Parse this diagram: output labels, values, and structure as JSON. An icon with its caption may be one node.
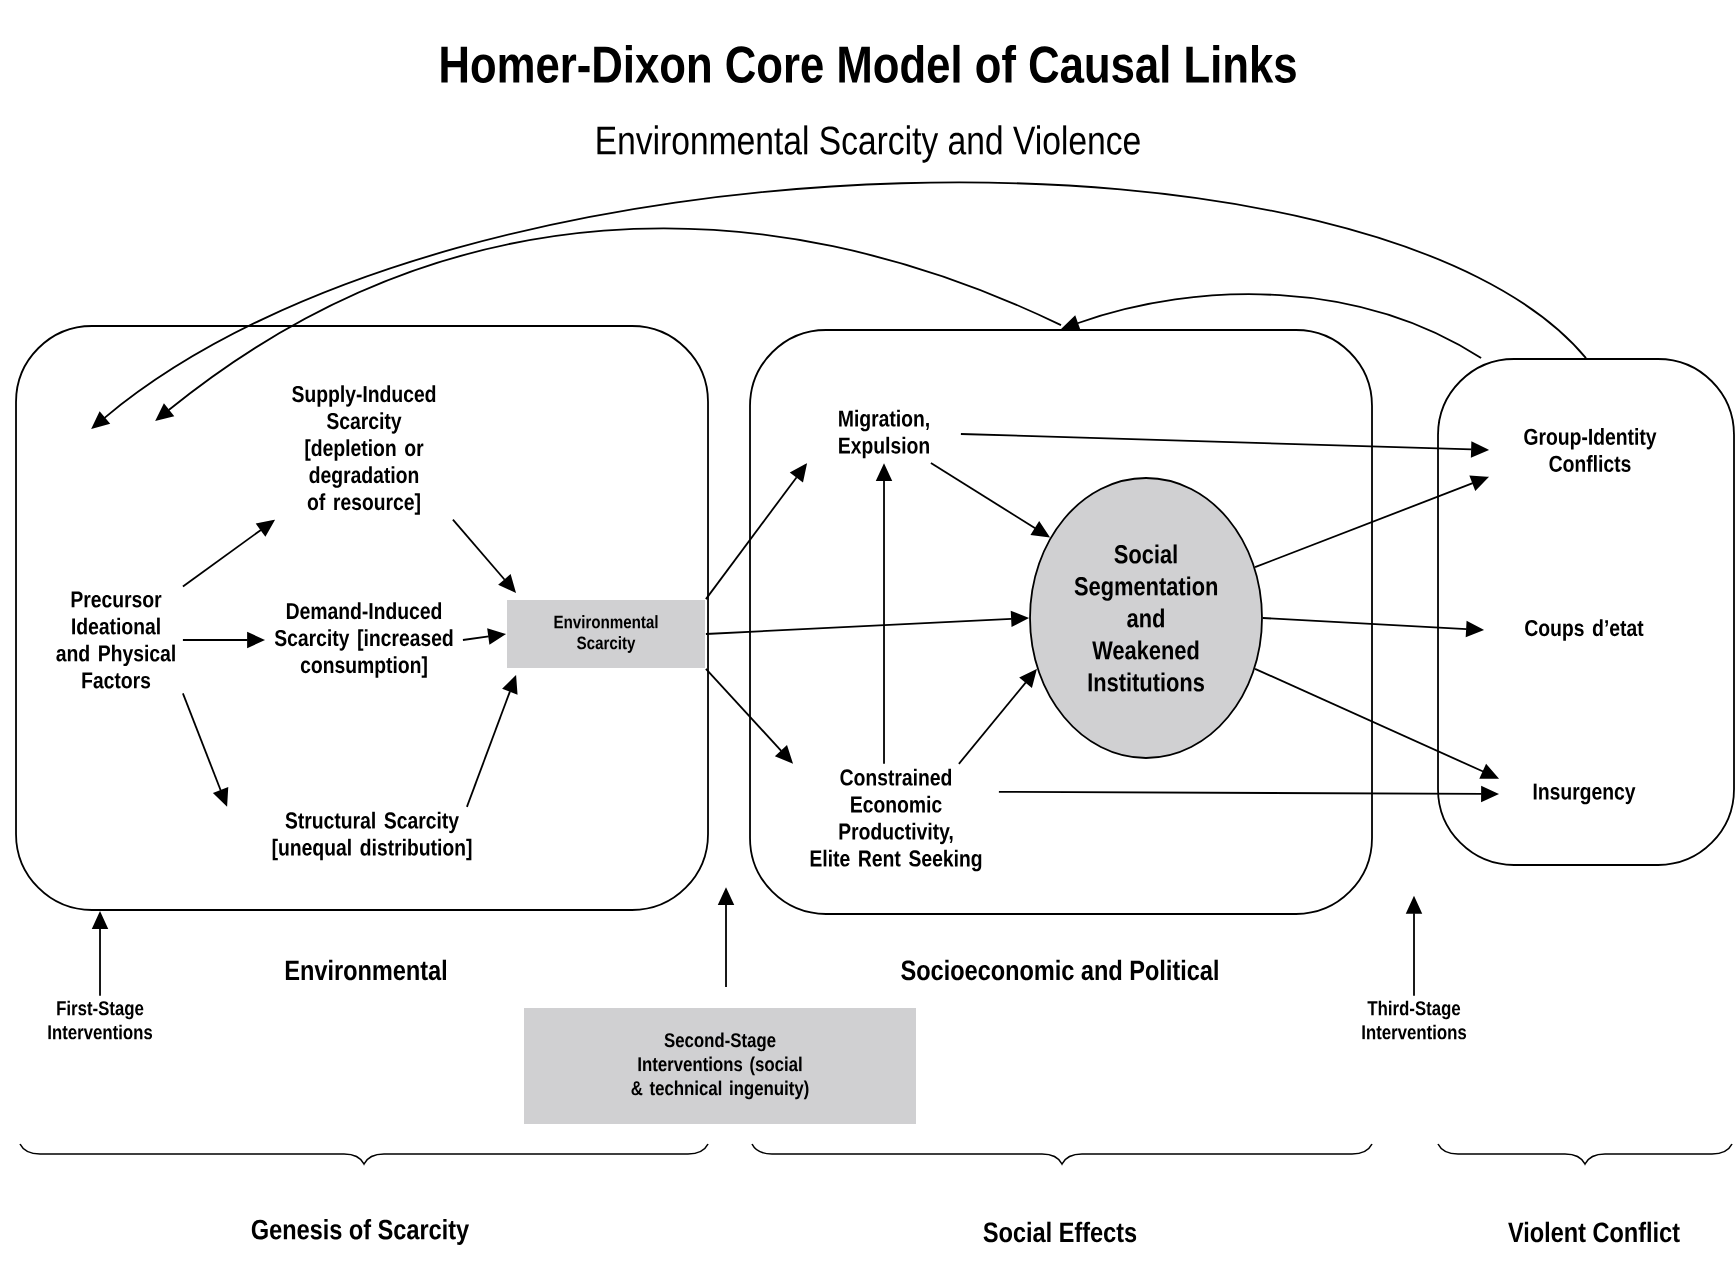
{
  "diagram": {
    "title": "Homer-Dixon Core Model of Causal Links",
    "caption": "Environmental Scarcity and Violence",
    "nodes": [
      {
        "text": [
          "Environmental"
        ]
      },
      {
        "text": [
          "Precursor Ideational and Physical Factors"
        ],
        "in": 0
      },
      {
        "text": [
          "Supply-Induced Scarcity [depletion or degradation of resource]"
        ],
        "in": 0
      },
      {
        "text": [
          "Demand-Induced Scarcity [increased consumption]"
        ],
        "in": 0
      },
      {
        "text": [
          "Structural Scarcity [unequal distribution]"
        ],
        "in": 0
      },
      {
        "text": [
          "Environmental Scarcity"
        ],
        "in": 0
      },
      {
        "text": [
          "Socioeconomic and Political"
        ]
      },
      {
        "text": [
          "Migration, Expulsion"
        ],
        "in": 6
      },
      {
        "text": [
          "Constrained Economic Productivity, Elite Rent Seeking"
        ],
        "in": 6
      },
      {
        "text": [
          "Social Segmentation and Weakened Institutions"
        ],
        "in": 6
      },
      {
        "text": [],
        "shape": "box"
      },
      {
        "text": [
          "Group-Identity Conflicts"
        ],
        "in": 10
      },
      {
        "text": [
          "Coups d’etat"
        ],
        "in": 10
      },
      {
        "text": [
          "Insurgency"
        ],
        "in": 10
      },
      {
        "text": [
          "First-Stage Interventions"
        ]
      },
      {
        "text": [
          "Second-Stage Interventions (social & technical ingenuity)"
        ]
      },
      {
        "text": [
          "Third-Stage Interventions"
        ]
      }
    ],
    "edges": [
      {
        "from": 1,
        "to": 2,
        "arrow": "to"
      },
      {
        "from": 1,
        "to": 3,
        "arrow": "to"
      },
      {
        "from": 1,
        "to": 4,
        "arrow": "to"
      },
      {
        "from": 2,
        "to": 5,
        "arrow": "to"
      },
      {
        "from": 3,
        "to": 5,
        "arrow": "to"
      },
      {
        "from": 4,
        "to": 5,
        "arrow": "to"
      },
      {
        "from": 5,
        "to": 7,
        "arrow": "to"
      },
      {
        "from": 5,
        "to": 9,
        "arrow": "to"
      },
      {
        "from": 5,
        "to": 8,
        "arrow": "to"
      },
      {
        "from": 8,
        "to": 7,
        "arrow": "to"
      },
      {
        "from": 7,
        "to": 9,
        "arrow": "to"
      },
      {
        "from": 8,
        "to": 9,
        "arrow": "to"
      },
      {
        "from": 7,
        "to": 11,
        "arrow": "to"
      },
      {
        "from": 8,
        "to": 13,
        "arrow": "to"
      },
      {
        "from": 9,
        "to": 11,
        "arrow": "to"
      },
      {
        "from": 9,
        "to": 12,
        "arrow": "to"
      },
      {
        "from": 9,
        "to": 13,
        "arrow": "to"
      },
      {
        "from": 14,
        "to": 0,
        "arrow": "to"
      },
      {
        "from": 15,
        "to": null,
        "arrow": "to"
      },
      {
        "from": 16,
        "to": null,
        "arrow": "to"
      },
      {
        "from": 10,
        "to": 0,
        "arrow": "to"
      },
      {
        "from": 10,
        "to": 6,
        "arrow": "to"
      },
      {
        "from": 6,
        "to": 0,
        "arrow": "to"
      }
    ],
    "labels": [
      "Genesis of Scarcity",
      "Social Effects",
      "Violent Conflict"
    ]
  }
}
